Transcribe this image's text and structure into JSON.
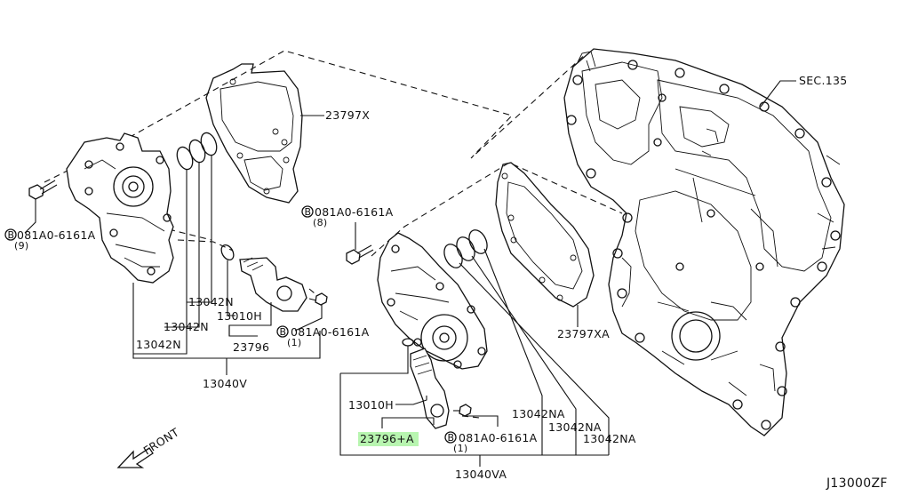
{
  "diagram_id": "J13000ZF",
  "front_label": "FRONT",
  "labels": {
    "sec135": "SEC.135",
    "gasket_x": "23797X",
    "gasket_xa": "23797XA",
    "bolt_8": "081A0-6161A",
    "bolt_8_qty": "(8)",
    "bolt_9": "081A0-6161A",
    "bolt_9_qty": "(9)",
    "bolt_1_left": "081A0-6161A",
    "bolt_1_left_qty": "(1)",
    "bolt_1_right": "081A0-6161A",
    "bolt_1_right_qty": "(1)",
    "oring_left_1": "13042N",
    "oring_left_2": "13042N",
    "oring_left_3": "13042N",
    "filter_left": "13010H",
    "valve_left": "23796",
    "cover_left": "13040V",
    "filter_right": "13010H",
    "valve_right": "23796+A",
    "oring_right_1": "13042NA",
    "oring_right_2": "13042NA",
    "oring_right_3": "13042NA",
    "cover_right": "13040VA",
    "bolt_symbol": "B"
  }
}
